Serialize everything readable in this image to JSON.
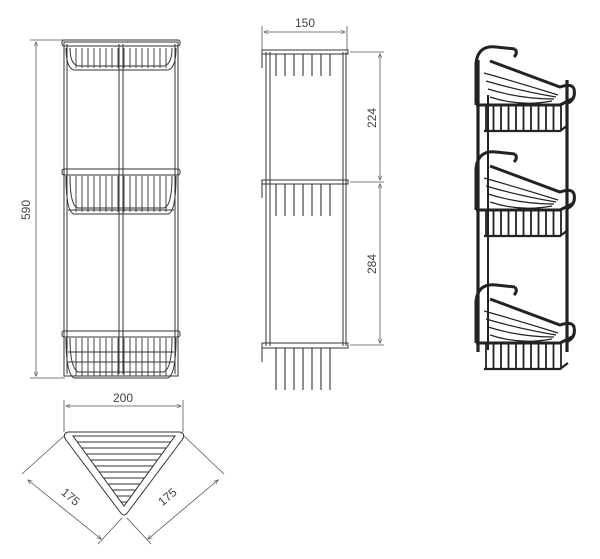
{
  "dimensions": {
    "height_total": "590",
    "width_side": "150",
    "spacing_upper": "224",
    "spacing_lower": "284",
    "width_top": "200",
    "side_left": "175",
    "side_right": "175"
  },
  "colors": {
    "line": "#333333",
    "dimension": "#555555",
    "render": "#222222",
    "background": "#ffffff"
  }
}
